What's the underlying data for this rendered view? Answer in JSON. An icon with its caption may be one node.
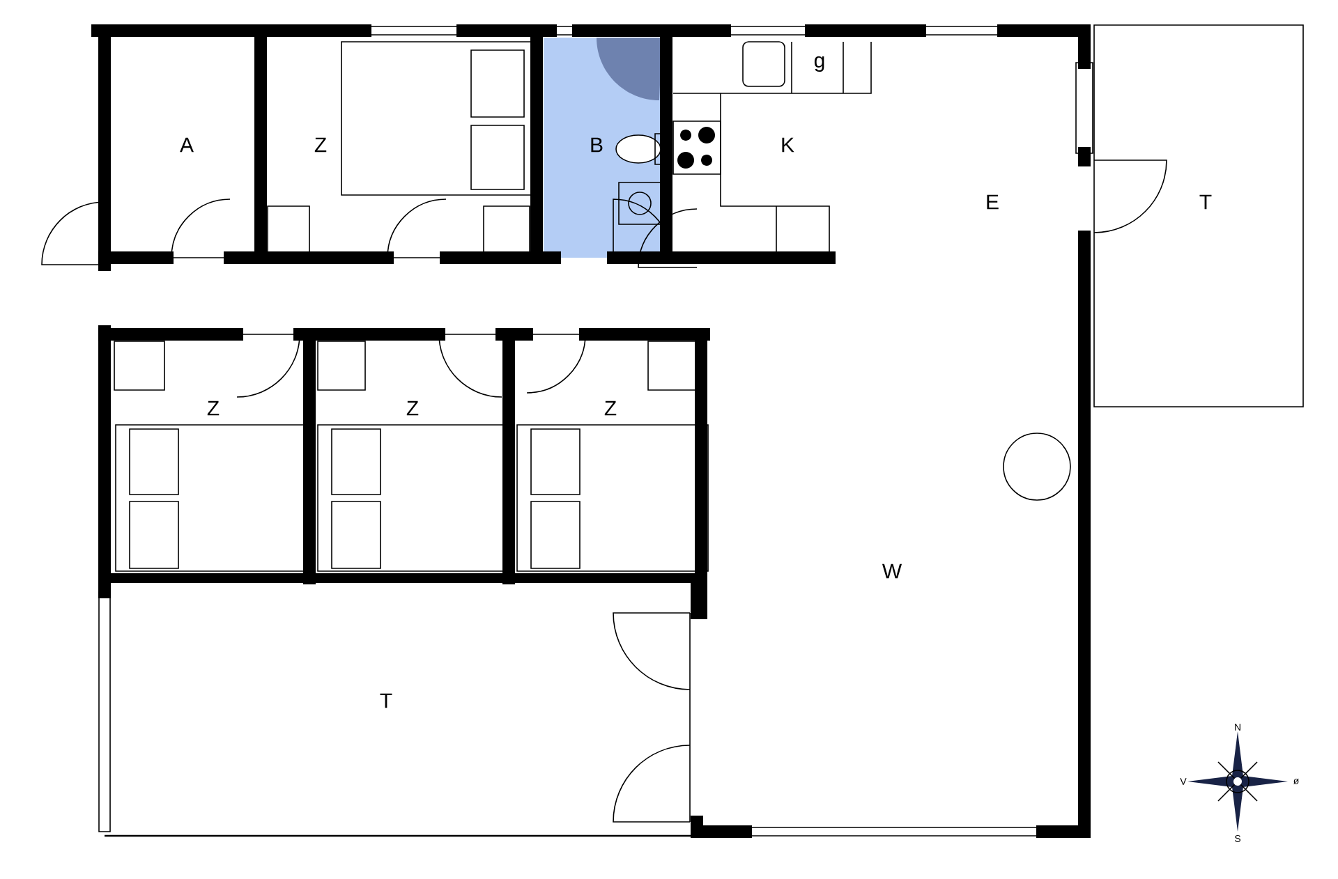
{
  "diagram": {
    "labels": [
      "A",
      "Z",
      "B",
      "g",
      "K",
      "E",
      "T",
      "Z",
      "Z",
      "Z",
      "W",
      "T",
      "N",
      "V",
      "ø",
      "S"
    ]
  }
}
